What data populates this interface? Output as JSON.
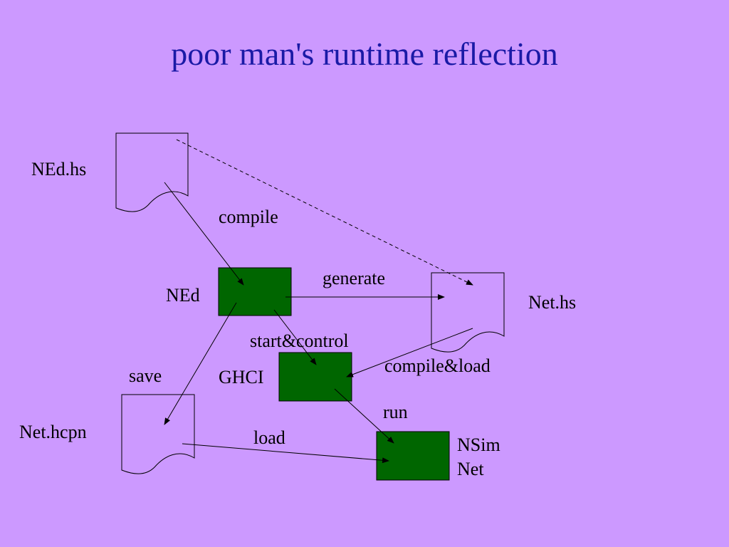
{
  "title": "poor man's runtime reflection",
  "colors": {
    "background": "#cc99ff",
    "title": "#1a1aa6",
    "box_fill": "#006600"
  },
  "nodes": {
    "ned_hs": "NEd.hs",
    "ned": "NEd",
    "net_hs": "Net.hs",
    "ghci": "GHCI",
    "net_hcpn": "Net.hcpn",
    "nsim_net_line1": "NSim",
    "nsim_net_line2": "Net"
  },
  "edges": {
    "compile": "compile",
    "generate": "generate",
    "start_control": "start&control",
    "compile_load": "compile&load",
    "save": "save",
    "run": "run",
    "load": "load"
  }
}
